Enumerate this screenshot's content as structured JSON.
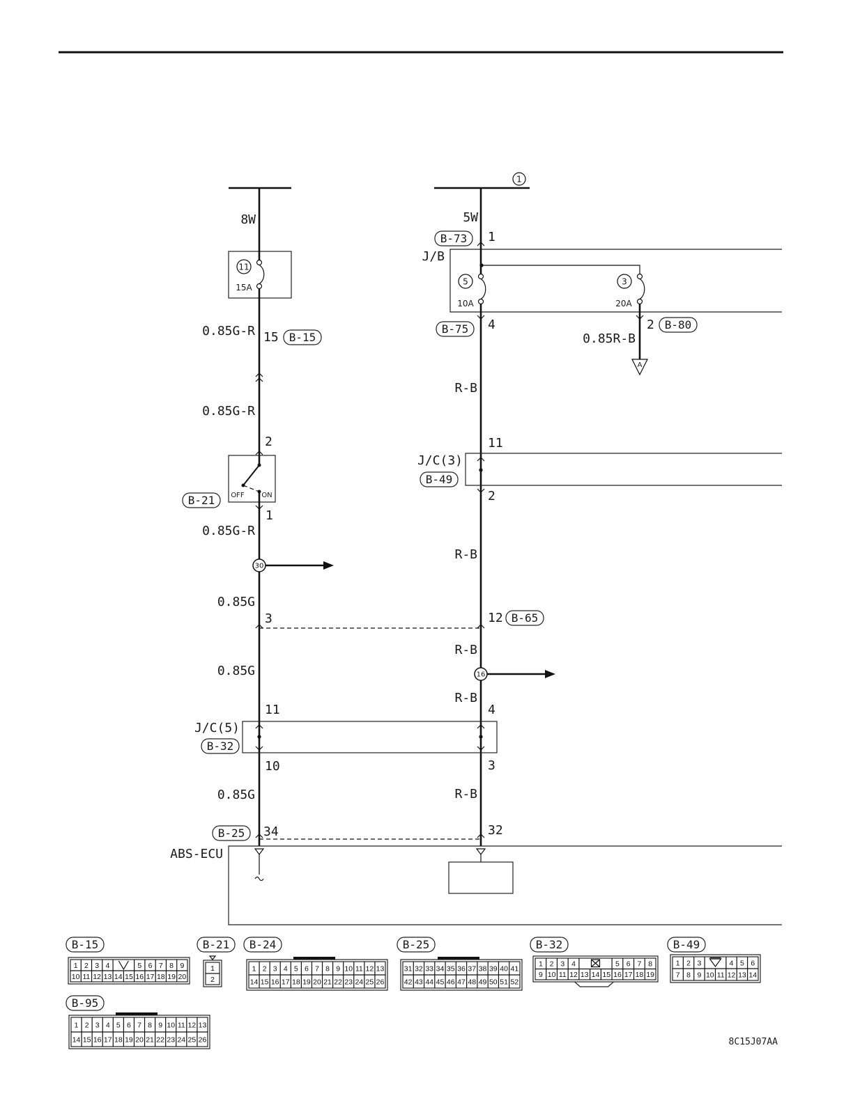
{
  "page": {
    "diagram_code": "8C15J07AA"
  },
  "left": {
    "bus_wire": "8W",
    "fuse_no": "11",
    "fuse_rating": "15A",
    "wire_a": "0.85G-R",
    "pin_a": "15",
    "conn_a": "B-15",
    "wire_b": "0.85G-R",
    "switch_pin_in": "2",
    "switch_off": "OFF",
    "switch_on": "ON",
    "switch_conn": "B-21",
    "switch_pin_out": "1",
    "wire_c": "0.85G-R",
    "junction": "30",
    "wire_d": "0.85G",
    "pin_b": "3",
    "wire_e": "0.85G",
    "jc_pin_in": "11",
    "jc_name": "J/C(5)",
    "jc_conn": "B-32",
    "jc_pin_out": "10",
    "wire_f": "0.85G",
    "ecu_conn": "B-25",
    "ecu_pin": "34",
    "ecu_name": "ABS-ECU"
  },
  "right": {
    "source": "1",
    "bus_wire": "5W",
    "jb_conn_in": "B-73",
    "jb_pin_in": "1",
    "jb_name": "J/B",
    "fuse_a_no": "5",
    "fuse_a_rating": "10A",
    "fuse_b_no": "3",
    "fuse_b_rating": "20A",
    "jb_conn_out": "B-75",
    "jb_pin_out": "4",
    "branch_pin": "2",
    "branch_conn": "B-80",
    "branch_wire": "0.85R-B",
    "branch_ref": "A",
    "wire_a": "R-B",
    "jc_pin_in": "11",
    "jc_name": "J/C(3)",
    "jc_conn": "B-49",
    "jc_pin_out": "2",
    "wire_b": "R-B",
    "pin_b": "12",
    "conn_b": "B-65",
    "wire_c": "R-B",
    "junction": "16",
    "wire_d": "R-B",
    "jc5_pin_in": "4",
    "jc5_pin_out": "3",
    "wire_e": "R-B",
    "ecu_pin": "32"
  },
  "connectors": [
    {
      "id": "b15",
      "label": "B-15",
      "rows": [
        [
          "1",
          "2",
          "3",
          "4",
          {
            "icon": "key-notch-icon"
          },
          "5",
          "6",
          "7",
          "8",
          "9"
        ],
        [
          "10",
          "11",
          "12",
          "13",
          "14",
          "15",
          "16",
          "17",
          "18",
          "19",
          "20"
        ]
      ]
    },
    {
      "id": "b21",
      "label": "B-21",
      "rows": [
        [
          "1"
        ],
        [
          "2"
        ]
      ]
    },
    {
      "id": "b24",
      "label": "B-24",
      "rows": [
        [
          "1",
          "2",
          "3",
          "4",
          "5",
          "6",
          "7",
          "8",
          "9",
          "10",
          "11",
          "12",
          "13"
        ],
        [
          "14",
          "15",
          "16",
          "17",
          "18",
          "19",
          "20",
          "21",
          "22",
          "23",
          "24",
          "25",
          "26"
        ]
      ]
    },
    {
      "id": "b25",
      "label": "B-25",
      "rows": [
        [
          "31",
          "32",
          "33",
          "34",
          "35",
          "36",
          "37",
          "38",
          "39",
          "40",
          "41"
        ],
        [
          "42",
          "43",
          "44",
          "45",
          "46",
          "47",
          "48",
          "49",
          "50",
          "51",
          "52"
        ]
      ]
    },
    {
      "id": "b32",
      "label": "B-32",
      "rows": [
        [
          "1",
          "2",
          "3",
          "4",
          {
            "icon": "key-cross-icon"
          },
          "5",
          "6",
          "7",
          "8"
        ],
        [
          "9",
          "10",
          "11",
          "12",
          "13",
          "14",
          "15",
          "16",
          "17",
          "18",
          "19"
        ]
      ]
    },
    {
      "id": "b49",
      "label": "B-49",
      "rows": [
        [
          "1",
          "2",
          "3",
          {
            "icon": "key-triangle-icon"
          },
          "4",
          "5",
          "6"
        ],
        [
          "7",
          "8",
          "9",
          "10",
          "11",
          "12",
          "13",
          "14"
        ]
      ]
    },
    {
      "id": "b95",
      "label": "B-95",
      "rows": [
        [
          "1",
          "2",
          "3",
          "4",
          "5",
          "6",
          "7",
          "8",
          "9",
          "10",
          "11",
          "12",
          "13"
        ],
        [
          "14",
          "15",
          "16",
          "17",
          "18",
          "19",
          "20",
          "21",
          "22",
          "23",
          "24",
          "25",
          "26"
        ]
      ]
    }
  ]
}
